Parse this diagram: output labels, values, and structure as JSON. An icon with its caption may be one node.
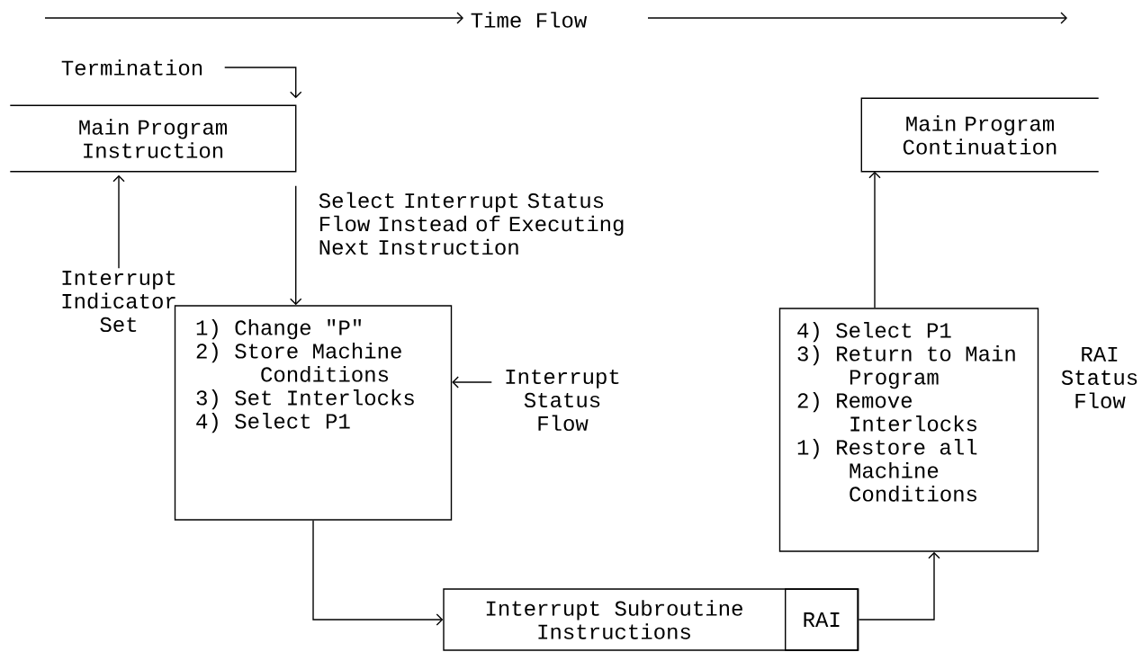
{
  "diagram": {
    "nodes": [
      {
        "text": [
          "Termination"
        ]
      },
      {
        "text": [
          "Main Program Instruction"
        ]
      },
      {
        "text": [
          "Interrupt Indicator Set"
        ]
      },
      {
        "text": [
          "1) Change \"P\"",
          "2) Store Machine Conditions",
          "3) Set Interlocks",
          "4) Select P1"
        ]
      },
      {
        "text": [
          "Interrupt Status Flow"
        ]
      },
      {
        "text": [
          "Interrupt Subroutine Instructions"
        ]
      },
      {
        "text": [
          "RAI"
        ],
        "in": 5
      },
      {
        "text": [
          "4) Select P1",
          "3) Return to Main Program",
          "2) Remove Interlocks",
          "1) Restore all Machine Conditions"
        ]
      },
      {
        "text": [
          "Main Program Continuation"
        ]
      }
    ],
    "edges": [
      {
        "from": 0,
        "to": 1,
        "arrow": "to"
      },
      {
        "from": 2,
        "to": 1,
        "arrow": "to"
      },
      {
        "from": 1,
        "to": 3,
        "arrow": "to",
        "label": "Select Interrupt Status Flow Instead of Executing Next Instruction"
      },
      {
        "from": 4,
        "to": 3,
        "arrow": "to"
      },
      {
        "from": 3,
        "to": 5,
        "arrow": "to"
      },
      {
        "from": 6,
        "to": 7,
        "arrow": "to"
      },
      {
        "from": 7,
        "to": 8,
        "arrow": "to"
      }
    ],
    "labels": [
      "Time Flow",
      "RAI Status Flow"
    ]
  }
}
